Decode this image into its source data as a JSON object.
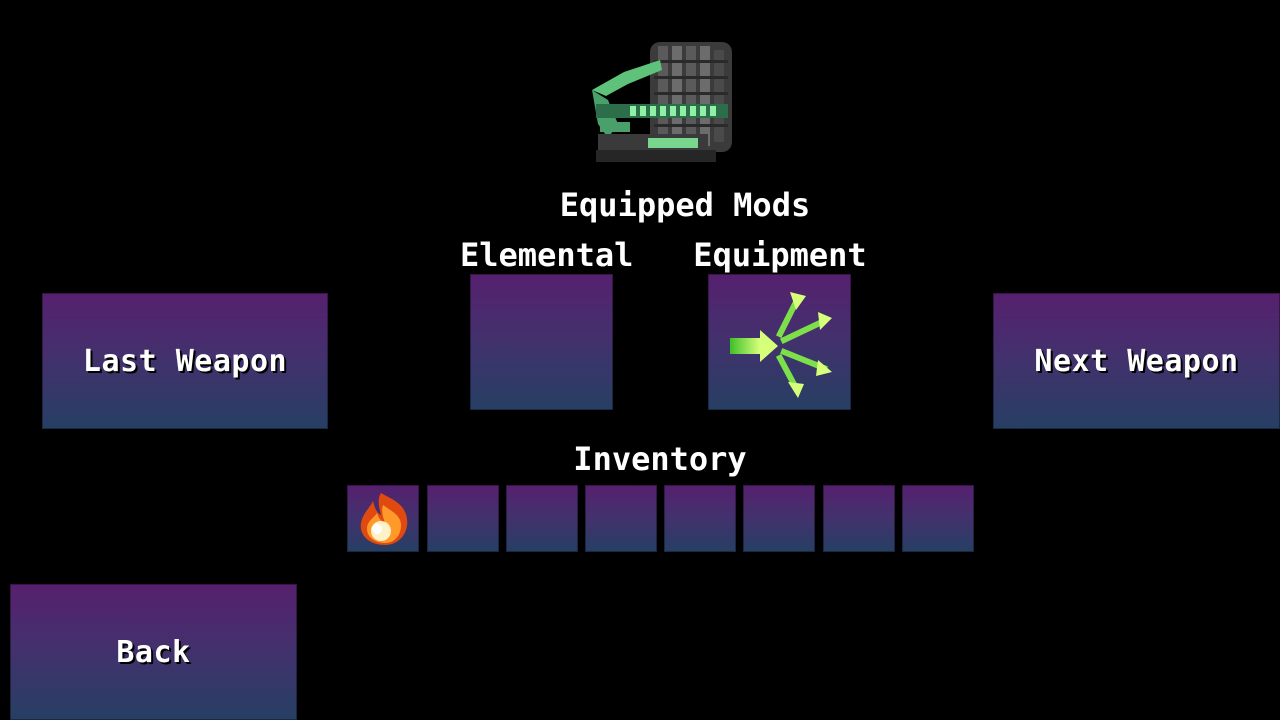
{
  "titles": {
    "equipped_mods": "Equipped Mods",
    "elemental": "Elemental",
    "equipment": "Equipment",
    "inventory": "Inventory"
  },
  "buttons": {
    "last_weapon": "Last Weapon",
    "next_weapon": "Next Weapon",
    "back": "Back"
  },
  "weapon": {
    "icon": "green-blaster-weapon-icon"
  },
  "mod_slots": {
    "elemental": {
      "icon": null
    },
    "equipment": {
      "icon": "spread-shot-arrows-icon"
    }
  },
  "inventory": {
    "slots": [
      {
        "icon": "fire-mod-icon"
      },
      {
        "icon": null
      },
      {
        "icon": null
      },
      {
        "icon": null
      },
      {
        "icon": null
      },
      {
        "icon": null
      },
      {
        "icon": null
      },
      {
        "icon": null
      }
    ]
  },
  "colors": {
    "panel_top": "#56206f",
    "panel_bottom": "#263f63",
    "background": "#000000",
    "text": "#ffffff",
    "accent_green": "#7de04a"
  }
}
